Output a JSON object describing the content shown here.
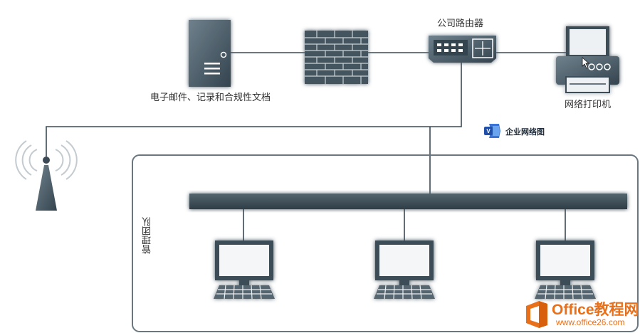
{
  "diagram": {
    "title": "企业网络图",
    "router_label": "公司路由器",
    "server_label": "电子邮件、记录和合规性文档",
    "printer_label": "网络打印机",
    "group_label": "管理团队"
  },
  "watermark": {
    "brand": "Office教程网",
    "url": "www.office26.com"
  },
  "icons": [
    "server-icon",
    "firewall-icon",
    "router-icon",
    "printer-icon",
    "wireless-tower-icon",
    "workstation-icon",
    "visio-logo-icon",
    "office-logo-icon"
  ],
  "colors": {
    "device_dark": "#3d4e59",
    "device_mid": "#5b6d78",
    "line": "#3b4a55",
    "group_border": "#6a7780",
    "brand_orange": "#e8701a"
  }
}
